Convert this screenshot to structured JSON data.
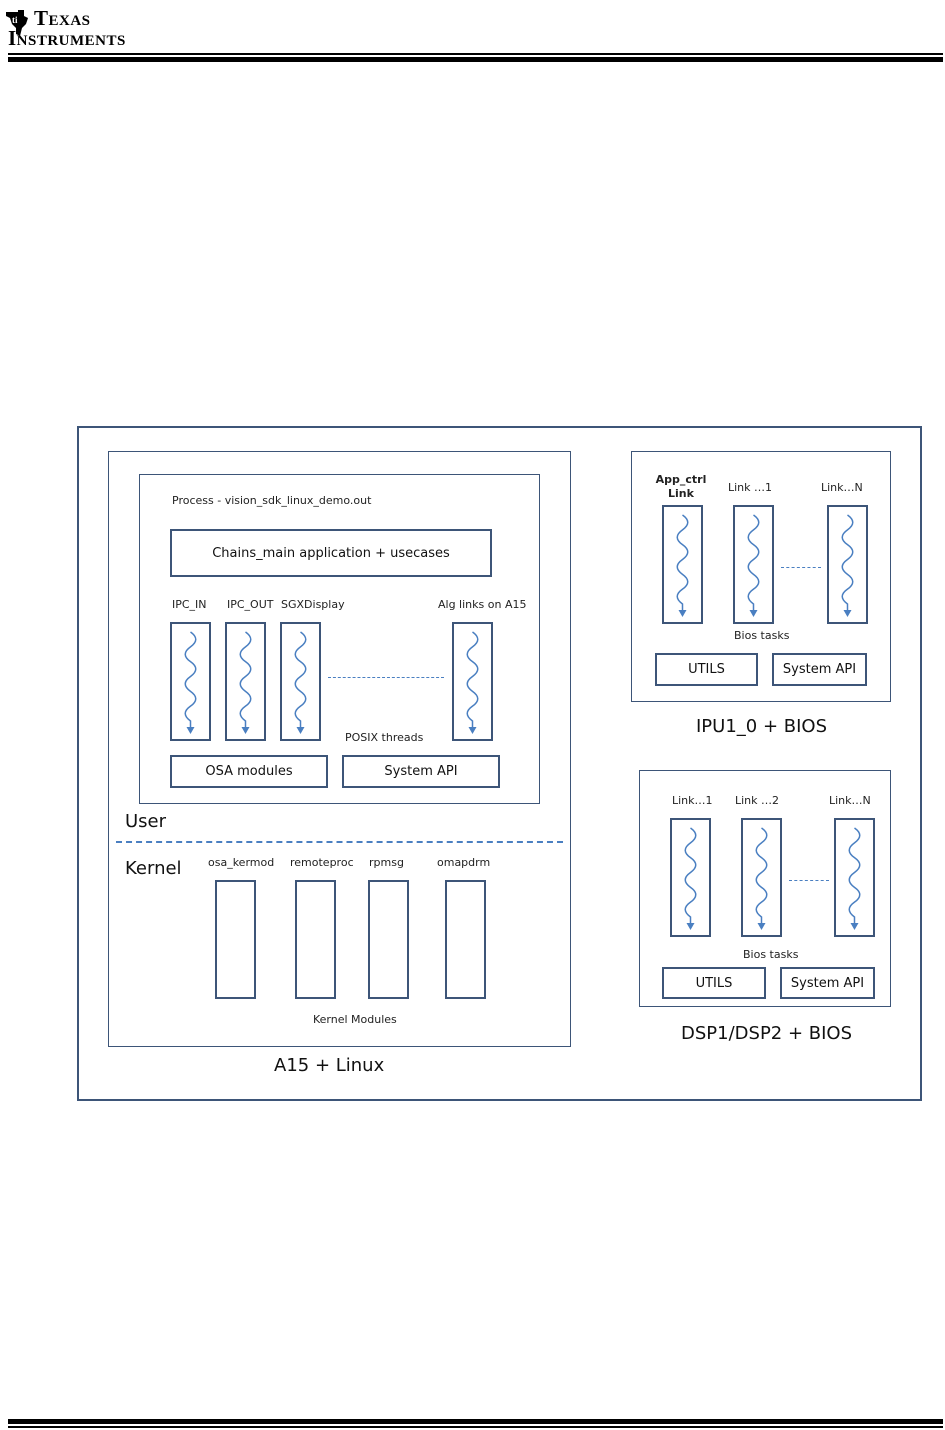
{
  "header": {
    "logo_line1": "Texas",
    "logo_line2": "Instruments"
  },
  "colors": {
    "outline": "#3d5578",
    "thread_wave": "#4a7fc1",
    "rule": "#000000"
  },
  "diagram": {
    "a15": {
      "caption": "A15 + Linux",
      "process_label": "Process  - vision_sdk_linux_demo.out",
      "chains_label": "Chains_main application + usecases",
      "thread_labels": [
        "IPC_IN",
        "IPC_OUT",
        "SGXDisplay",
        "Alg links on A15"
      ],
      "posix_label": "POSIX threads",
      "osa_label": "OSA modules",
      "sysapi_label": "System API",
      "user_label": "User",
      "kernel_label": "Kernel",
      "kernel_module_labels": [
        "osa_kermod",
        "remoteproc",
        "rpmsg",
        "omapdrm"
      ],
      "kernel_modules_caption": "Kernel  Modules"
    },
    "ipu": {
      "caption": "IPU1_0 + BIOS",
      "app_ctrl_label": "App_ctrl\nLink",
      "link1_label": "Link …1",
      "linkn_label": "Link…N",
      "bios_tasks_label": "Bios tasks",
      "utils_label": "UTILS",
      "sysapi_label": "System API"
    },
    "dsp": {
      "caption": "DSP1/DSP2 + BIOS",
      "link1_label": "Link…1",
      "link2_label": "Link …2",
      "linkn_label": "Link…N",
      "bios_tasks_label": "Bios tasks",
      "utils_label": "UTILS",
      "sysapi_label": "System API"
    }
  }
}
